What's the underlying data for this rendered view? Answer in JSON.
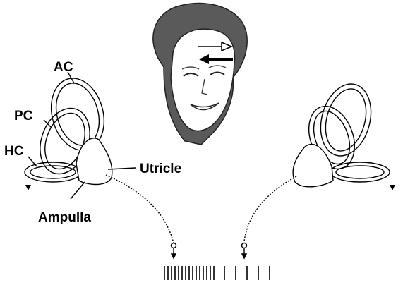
{
  "labels": {
    "ac": "AC",
    "pc": "PC",
    "hc": "HC",
    "utricle": "Utricle",
    "ampulla": "Ampulla"
  },
  "spike_trains": {
    "left_spike_count": 15,
    "right_spike_count": 5
  },
  "colors": {
    "ink": "#000000",
    "hair": "#4a4a4a",
    "skin": "#ffffff"
  }
}
